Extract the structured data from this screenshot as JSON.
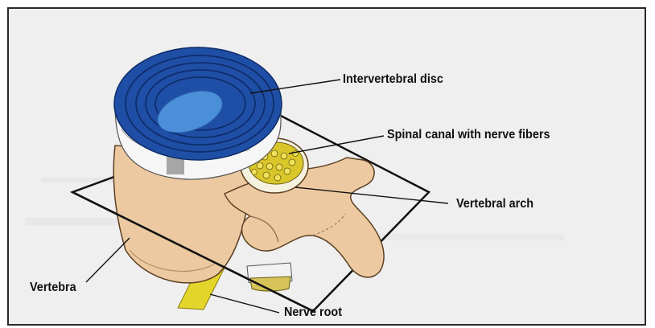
{
  "labels": {
    "disc": "Intervertebral disc",
    "canal": "Spinal canal with nerve fibers",
    "arch": "Vertebral arch",
    "vertebra": "Vertebra",
    "nerve_root": "Nerve root"
  },
  "colors": {
    "disc_blue": "#1f4ea6",
    "nucleus": "#4a8fd8",
    "bone": "#ecc9a0",
    "bone_shade": "#d9b088",
    "nerve": "#e4d52b",
    "plane": "#111111",
    "background": "#efefef"
  }
}
